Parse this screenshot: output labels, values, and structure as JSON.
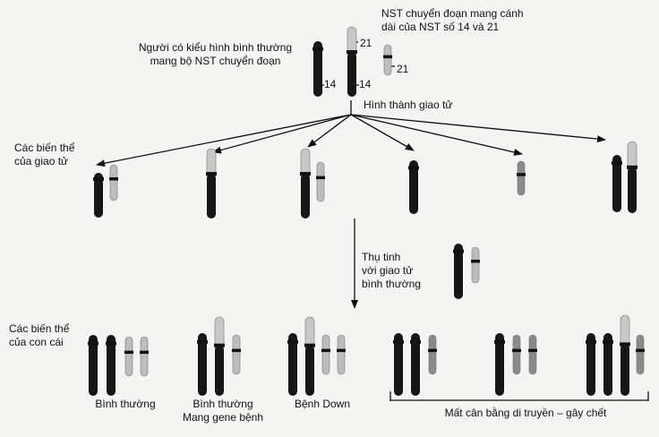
{
  "labels": {
    "translocation_note": "NST chuyển đoạn mang cánh\ndài của NST số 14 và 21",
    "carrier_person": "Người có kiểu hình bình thường\nmang bộ NST chuyển đoạn",
    "gamete_formation": "Hình thành giao tử",
    "gamete_variants": "Các biến thể\ncủa giao tử",
    "fertilization": "Thụ tinh\nvới giao tử\nbình thường",
    "offspring_variants": "Các biến thể\ncủa con cái",
    "num_21_a": "21",
    "num_21_b": "21",
    "num_14_a": "14",
    "num_14_b": "14"
  },
  "outcomes": {
    "normal": "Bình thường",
    "carrier": "Bình thường\nMang gene bệnh",
    "down": "Bệnh Down",
    "lethal": "Mất cân bằng di truyền – gây chết"
  },
  "colors": {
    "chr14": "#161616",
    "chr21": "#bdbdbd",
    "chr21_dark": "#8a8a8a",
    "translocation_top": "#c8c8c8",
    "centromere": "#111111",
    "line": "#111111",
    "background": "#f4f4f2"
  }
}
